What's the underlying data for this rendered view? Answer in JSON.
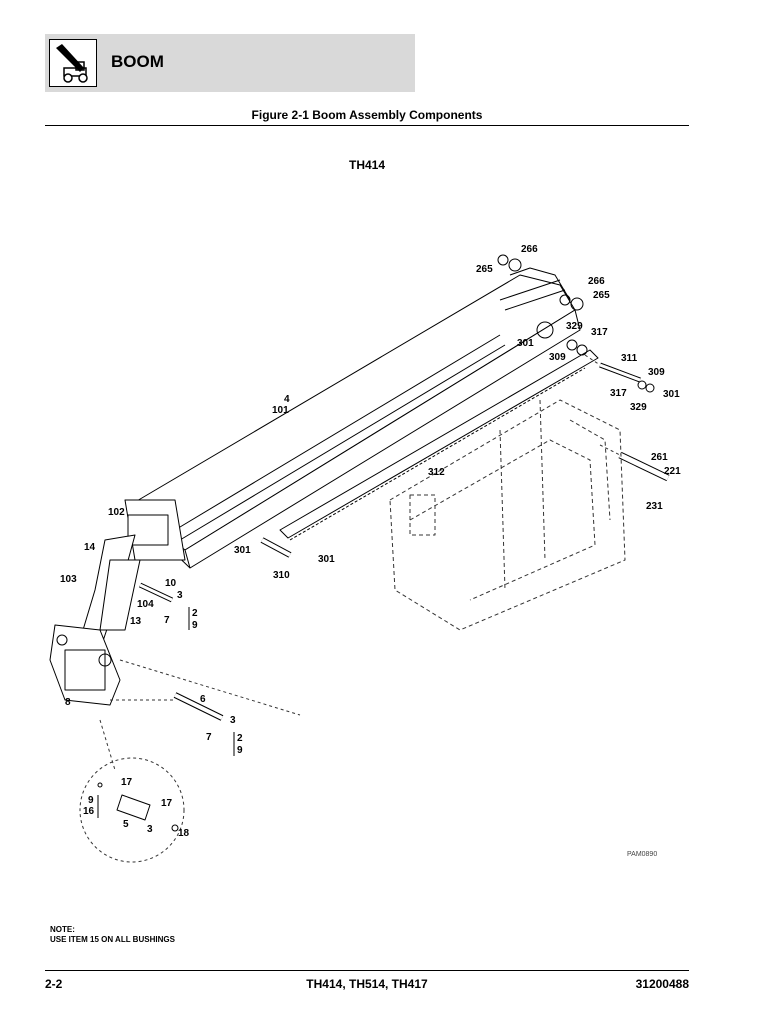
{
  "header": {
    "title": "BOOM",
    "icon": "telehandler-boom-icon"
  },
  "figure": {
    "title": "Figure 2-1 Boom Assembly Components",
    "model": "TH414",
    "drawing_code": "PAM0890",
    "callouts": [
      "266",
      "265",
      "266",
      "265",
      "329",
      "301",
      "317",
      "309",
      "311",
      "309",
      "317",
      "301",
      "329",
      "4",
      "101",
      "312",
      "261",
      "221",
      "231",
      "102",
      "14",
      "103",
      "301",
      "301",
      "310",
      "10",
      "3",
      "104",
      "2",
      "7",
      "9",
      "13",
      "8",
      "6",
      "3",
      "7",
      "2",
      "9",
      "17",
      "9",
      "16",
      "5",
      "17",
      "3",
      "18"
    ]
  },
  "note": {
    "heading": "NOTE:",
    "text": "USE ITEM 15 ON ALL BUSHINGS"
  },
  "footer": {
    "page": "2-2",
    "models": "TH414, TH514, TH417",
    "doc_number": "31200488"
  }
}
